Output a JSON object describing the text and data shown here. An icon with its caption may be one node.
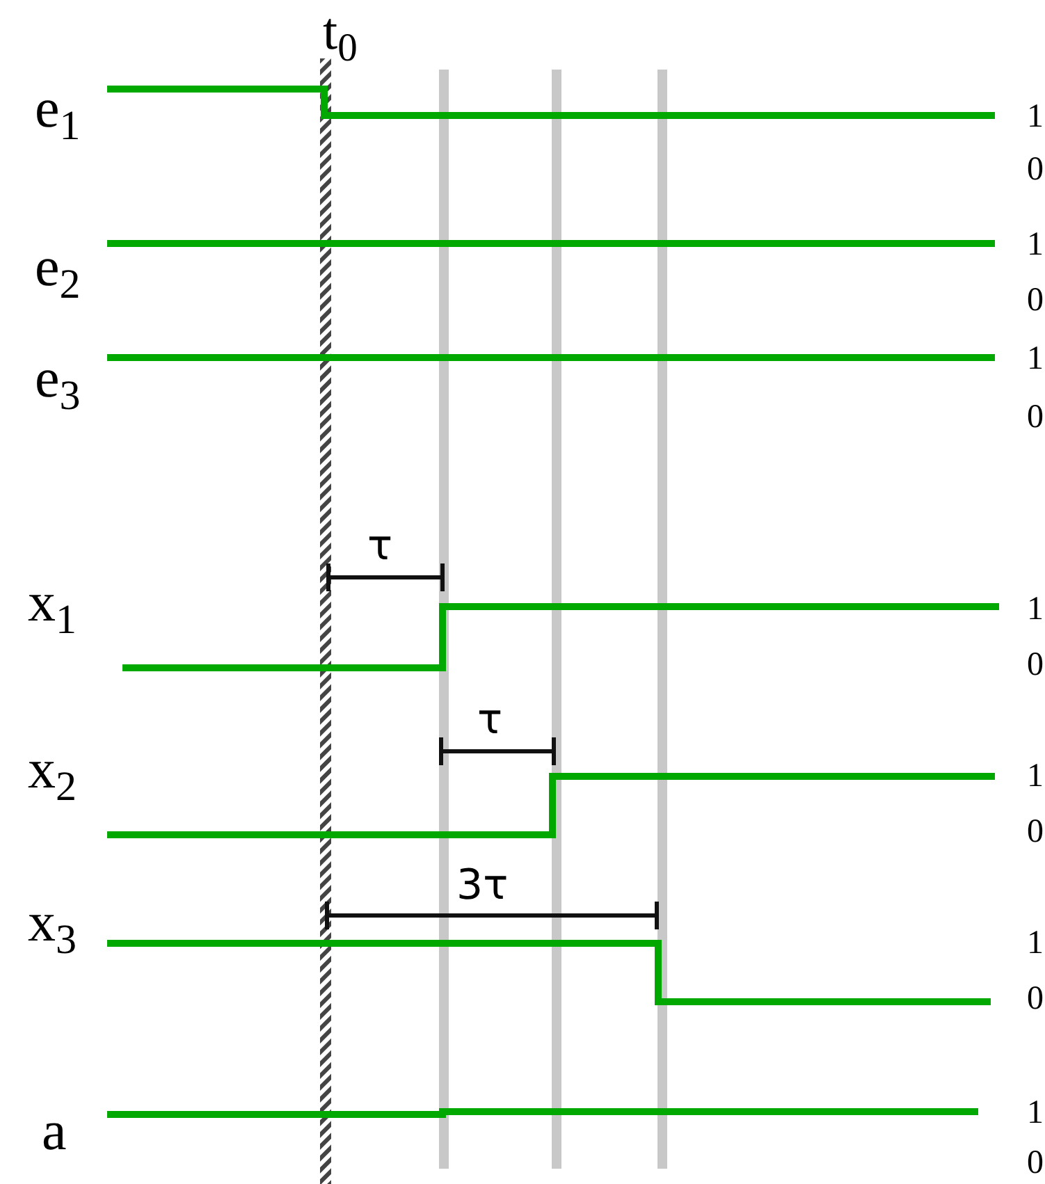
{
  "diagram": {
    "labels": [
      "t$_{0}$",
      "e$_{1}$",
      "1",
      "0",
      "e$_{2}$",
      "1",
      "0",
      "e$_{3}$",
      "1",
      "0",
      "τ",
      "x$_{1}$",
      "1",
      "0",
      "τ",
      "x$_{2}$",
      "1",
      "0",
      "3τ",
      "x$_{3}$",
      "1",
      "0",
      "a",
      "1",
      "0"
    ]
  }
}
